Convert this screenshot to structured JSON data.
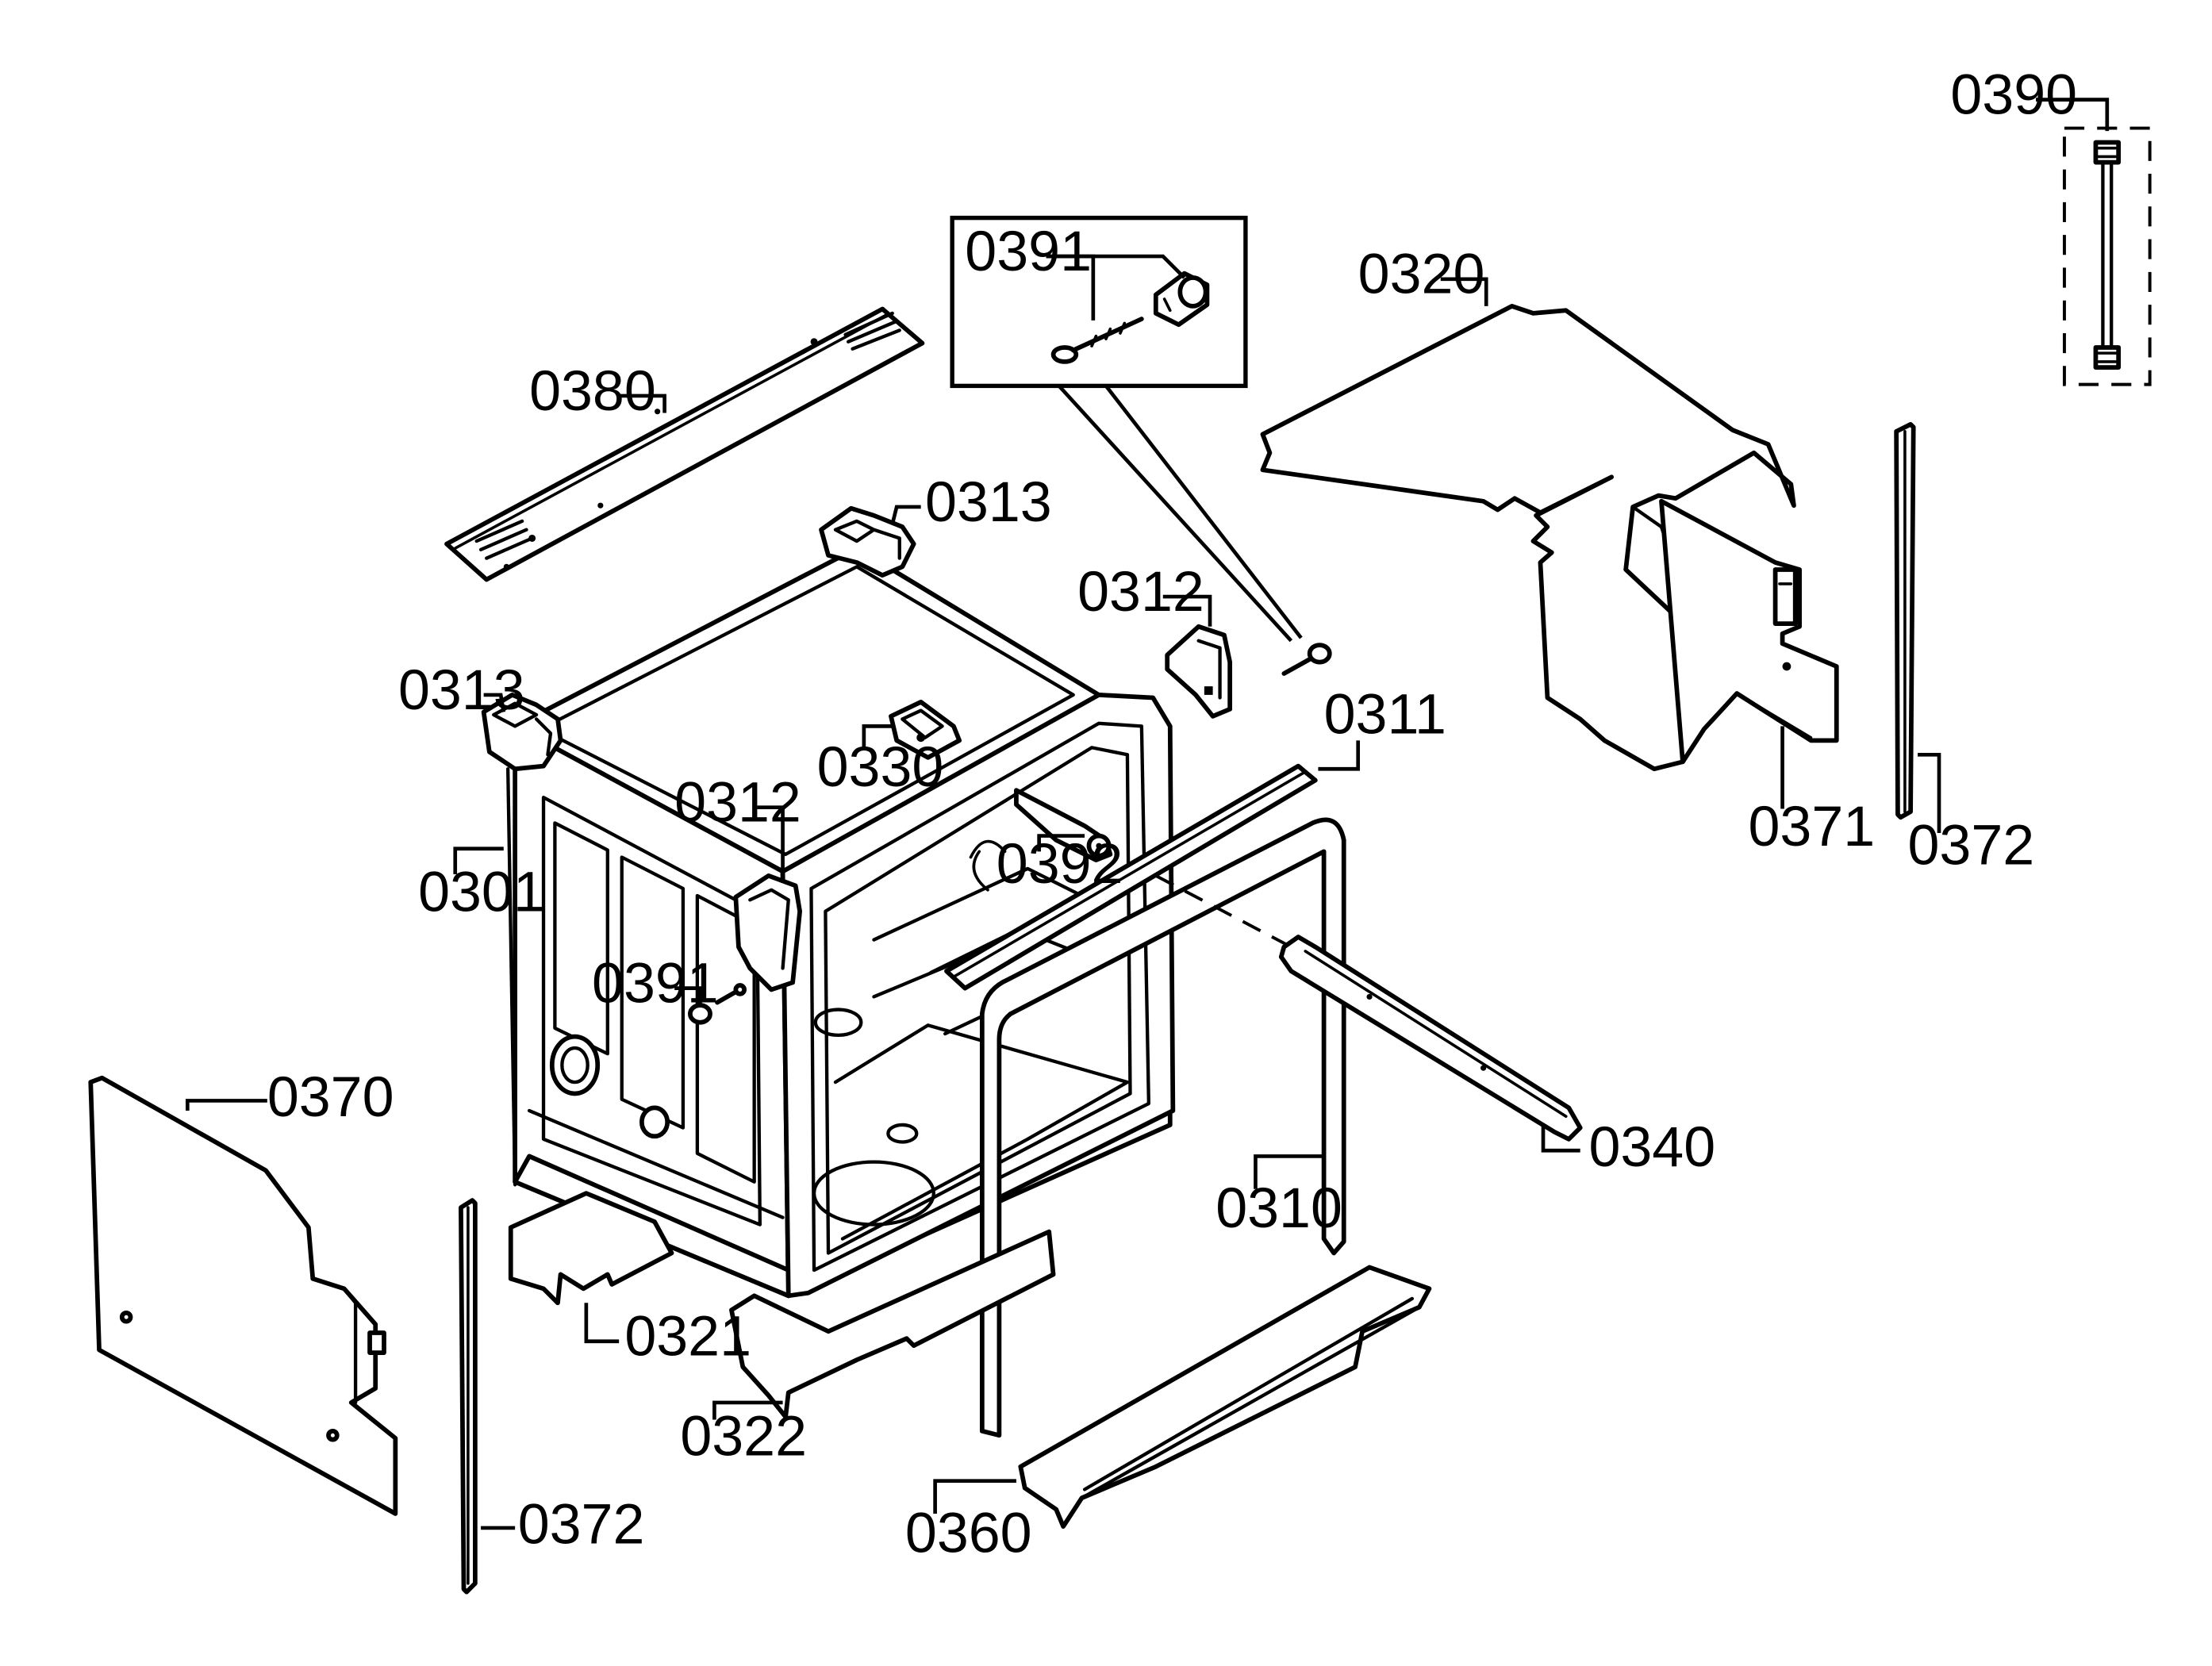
{
  "diagram": {
    "callouts": [
      {
        "id": "c0390",
        "label": "0390"
      },
      {
        "id": "c0391-inset",
        "label": "0391"
      },
      {
        "id": "c0320",
        "label": "0320"
      },
      {
        "id": "c0380",
        "label": "0380"
      },
      {
        "id": "c0313-top",
        "label": "0313"
      },
      {
        "id": "c0312-right",
        "label": "0312"
      },
      {
        "id": "c0313-left",
        "label": "0313"
      },
      {
        "id": "c0311",
        "label": "0311"
      },
      {
        "id": "c0330",
        "label": "0330"
      },
      {
        "id": "c0312-left",
        "label": "0312"
      },
      {
        "id": "c0392",
        "label": "0392"
      },
      {
        "id": "c0371",
        "label": "0371"
      },
      {
        "id": "c0372-right",
        "label": "0372"
      },
      {
        "id": "c0301",
        "label": "0301"
      },
      {
        "id": "c0391-side",
        "label": "0391"
      },
      {
        "id": "c0370",
        "label": "0370"
      },
      {
        "id": "c0340",
        "label": "0340"
      },
      {
        "id": "c0310",
        "label": "0310"
      },
      {
        "id": "c0321",
        "label": "0321"
      },
      {
        "id": "c0322",
        "label": "0322"
      },
      {
        "id": "c0372-left",
        "label": "0372"
      },
      {
        "id": "c0360",
        "label": "0360"
      }
    ]
  }
}
